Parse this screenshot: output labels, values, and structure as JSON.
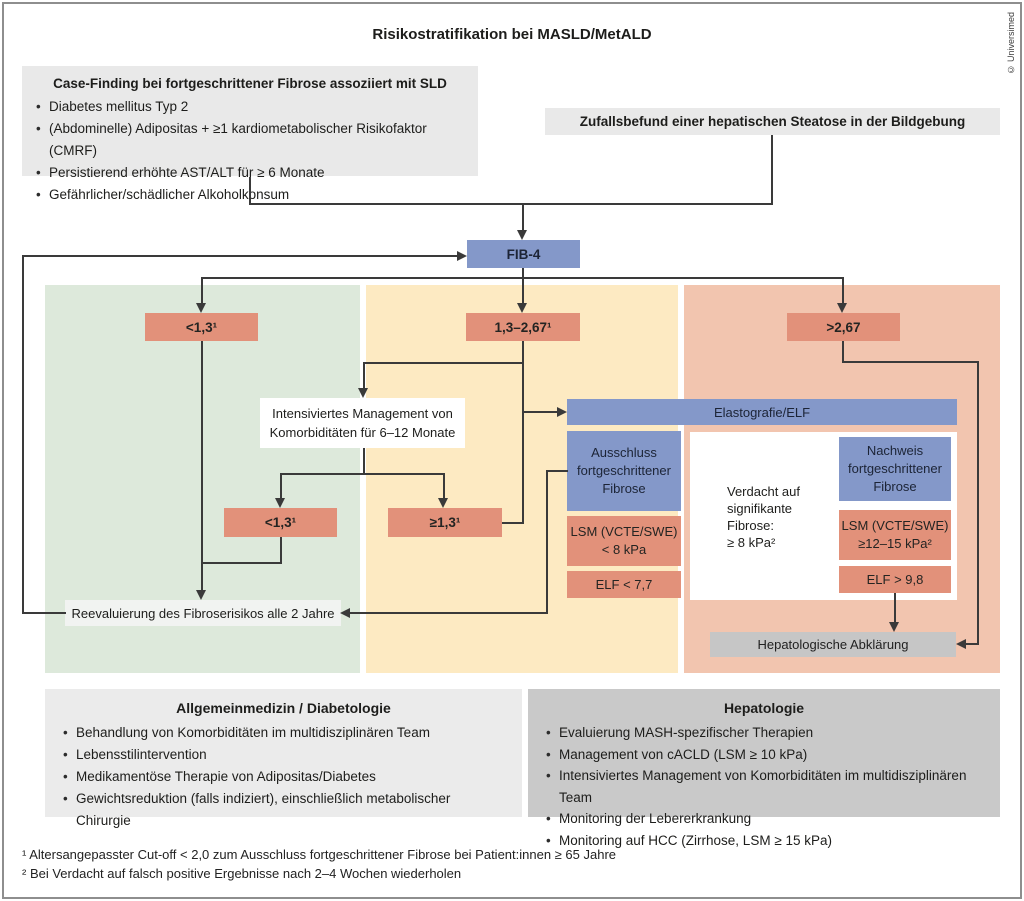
{
  "title": "Risikostratifikation bei MASLD/MetALD",
  "credit": "© Universimed",
  "case_finding": {
    "title": "Case-Finding bei fortgeschrittener Fibrose assoziiert mit SLD",
    "items": [
      "Diabetes mellitus Typ 2",
      "(Abdominelle) Adipositas + ≥1 kardiometabolischer Risikofaktor (CMRF)",
      "Persistierend erhöhte AST/ALT für ≥ 6 Monate",
      "Gefährlicher/schädlicher Alkoholkonsum"
    ]
  },
  "incidental_finding": "Zufallsbefund einer hepatischen Steatose in der Bildgebung",
  "fib4_label": "FIB-4",
  "branches": {
    "low": "<1,3¹",
    "mid": "1,3–2,67¹",
    "high": ">2,67"
  },
  "management_box": "Intensiviertes Management von\nKomorbiditäten für 6–12 Monate",
  "retest": {
    "low": "<1,3¹",
    "high": "≥1,3¹"
  },
  "reevaluation": "Reevaluierung des Fibroserisikos alle 2 Jahre",
  "elastography": "Elastografie/ELF",
  "exclusion": {
    "title": "Ausschluss\nfortgeschrittener\nFibrose",
    "lsm": "LSM (VCTE/SWE)\n< 8 kPa",
    "elf": "ELF < 7,7"
  },
  "suspicion": "Verdacht auf\nsignifikante\nFibrose:\n≥ 8 kPa²",
  "confirmation": {
    "title": "Nachweis\nfortgeschrittener\nFibrose",
    "lsm": "LSM (VCTE/SWE)\n≥12–15 kPa²",
    "elf": "ELF > 9,8"
  },
  "hepatology_referral": "Hepatologische Abklärung",
  "panel_left": {
    "title": "Allgemeinmedizin / Diabetologie",
    "items": [
      "Behandlung von Komorbiditäten im multidisziplinären Team",
      "Lebensstilintervention",
      "Medikamentöse Therapie von Adipositas/Diabetes",
      "Gewichtsreduktion (falls indiziert), einschließlich metabolischer Chirurgie"
    ]
  },
  "panel_right": {
    "title": "Hepatologie",
    "items": [
      "Evaluierung MASH-spezifischer Therapien",
      "Management von cACLD (LSM ≥ 10 kPa)",
      "Intensiviertes Management von Komorbiditäten im multidisziplinären Team",
      "Monitoring der Lebererkrankung",
      "Monitoring auf HCC (Zirrhose, LSM ≥ 15 kPa)"
    ]
  },
  "footnotes": [
    "¹ Altersangepasster Cut-off < 2,0 zum Ausschluss fortgeschrittener Fibrose bei Patient:innen ≥ 65 Jahre",
    "² Bei Verdacht auf falsch positive Ergebnisse nach 2–4 Wochen wiederholen"
  ],
  "colors": {
    "blue_box": "#8498c9",
    "salmon_box": "#e2917a",
    "green_column": "#dde9db",
    "yellow_column": "#fdeac2",
    "salmon_column": "#f2c5af",
    "light_gray_box": "#e9e9e9",
    "panel_left_bg": "#ebebeb",
    "panel_right_bg": "#c9c9c9",
    "referral_gray_box": "#c6c6c6",
    "reeval_box": "#f1f3f1",
    "line": "#3a3a3a"
  }
}
